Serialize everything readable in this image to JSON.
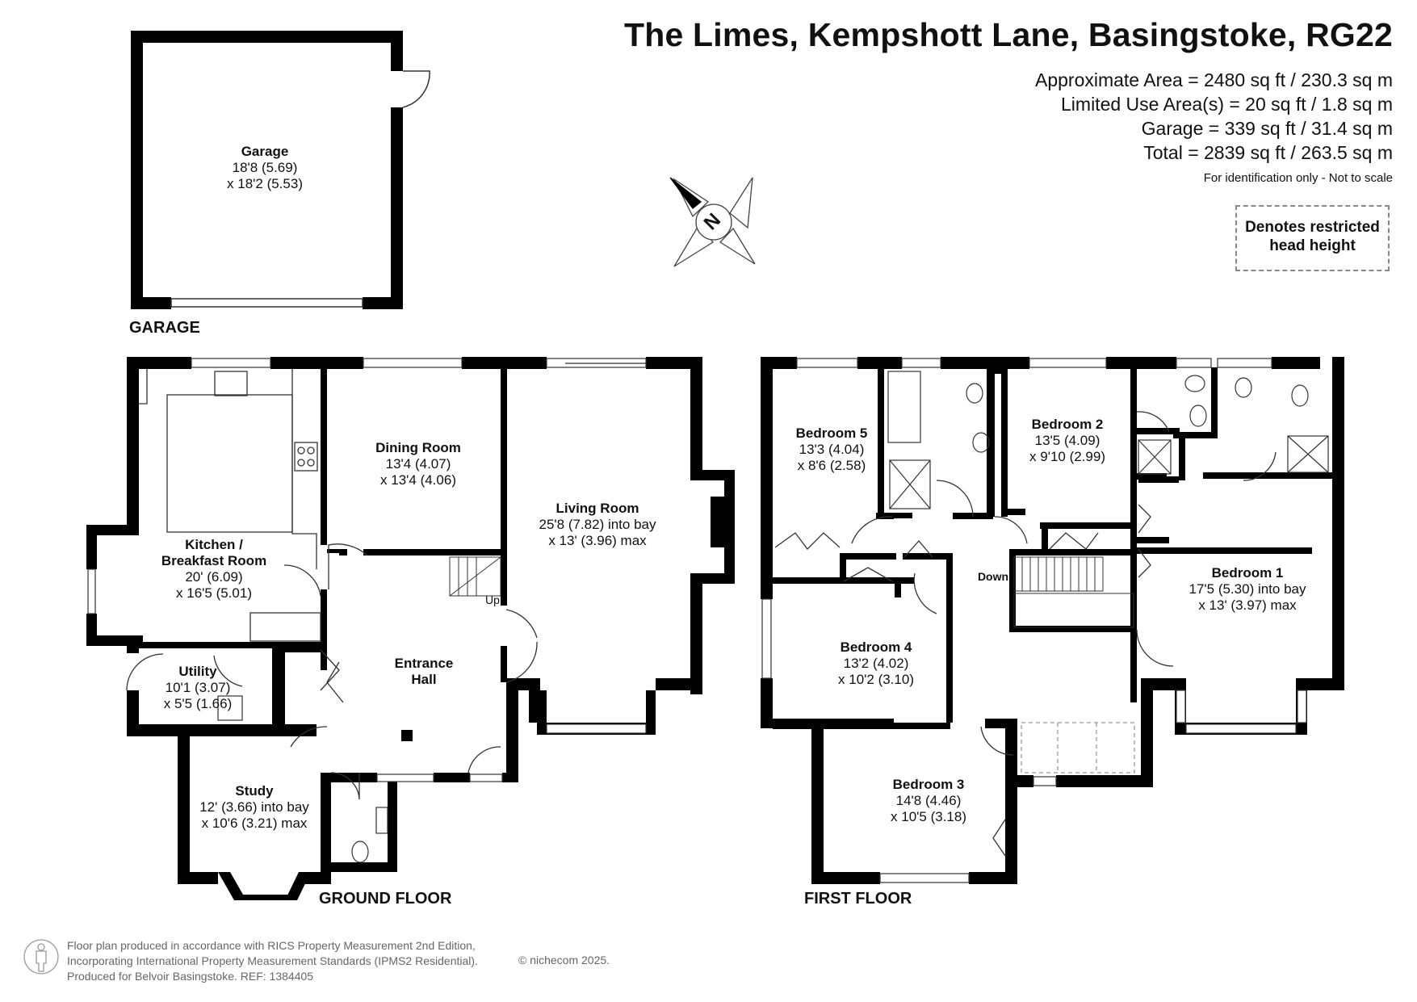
{
  "header": {
    "title": "The Limes, Kempshott Lane, Basingstoke, RG22",
    "approximate_area": "Approximate Area = 2480 sq ft / 230.3 sq m",
    "limited_use_area": "Limited Use Area(s) = 20 sq ft / 1.8 sq m",
    "garage_area": "Garage = 339 sq ft / 31.4 sq m",
    "total_area": "Total = 2839 sq ft / 263.5 sq m",
    "identification_note": "For identification only - Not to scale"
  },
  "legend": {
    "line1": "Denotes restricted",
    "line2": "head height"
  },
  "compass": {
    "label": "N"
  },
  "floors": {
    "garage": "GARAGE",
    "ground": "GROUND FLOOR",
    "first": "FIRST FLOOR"
  },
  "rooms": {
    "garage": {
      "name": "Garage",
      "dim1": "18'8 (5.69)",
      "dim2": "x 18'2 (5.53)"
    },
    "kitchen": {
      "name1": "Kitchen /",
      "name2": "Breakfast Room",
      "dim1": "20' (6.09)",
      "dim2": "x 16'5 (5.01)"
    },
    "dining": {
      "name": "Dining Room",
      "dim1": "13'4 (4.07)",
      "dim2": "x 13'4 (4.06)"
    },
    "living": {
      "name": "Living Room",
      "dim1": "25'8 (7.82) into bay",
      "dim2": "x 13' (3.96) max"
    },
    "hall": {
      "name1": "Entrance",
      "name2": "Hall"
    },
    "utility": {
      "name": "Utility",
      "dim1": "10'1 (3.07)",
      "dim2": "x 5'5 (1.66)"
    },
    "study": {
      "name": "Study",
      "dim1": "12' (3.66) into bay",
      "dim2": "x 10'6 (3.21) max"
    },
    "bedroom5": {
      "name": "Bedroom 5",
      "dim1": "13'3 (4.04)",
      "dim2": "x 8'6 (2.58)"
    },
    "bedroom2": {
      "name": "Bedroom 2",
      "dim1": "13'5 (4.09)",
      "dim2": "x 9'10 (2.99)"
    },
    "bedroom1": {
      "name": "Bedroom 1",
      "dim1": "17'5 (5.30) into bay",
      "dim2": "x 13' (3.97) max"
    },
    "bedroom4": {
      "name": "Bedroom 4",
      "dim1": "13'2 (4.02)",
      "dim2": "x 10'2 (3.10)"
    },
    "bedroom3": {
      "name": "Bedroom 3",
      "dim1": "14'8 (4.46)",
      "dim2": "x 10'5 (3.18)"
    }
  },
  "stairs": {
    "up": "Up",
    "down": "Down"
  },
  "footer": {
    "line1": "Floor plan produced in accordance with RICS Property Measurement 2nd Edition,",
    "line2": "Incorporating International Property Measurement Standards (IPMS2 Residential).",
    "line3": "Produced for Belvoir Basingstoke.   REF:  1384405",
    "copyright": "© nichecom 2025."
  }
}
